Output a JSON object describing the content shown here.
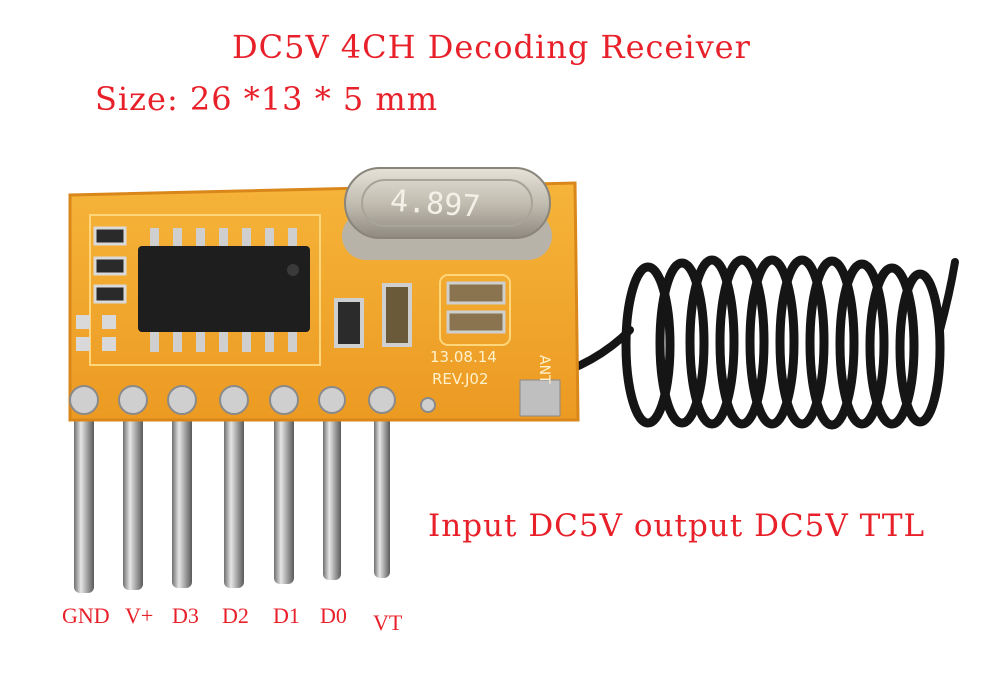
{
  "heading": {
    "title": "DC5V  4CH Decoding Receiver",
    "size": "Size: 26 *13 * 5 mm"
  },
  "io_note": "Input DC5V output DC5V TTL",
  "pins": [
    {
      "label": "GND"
    },
    {
      "label": "V+"
    },
    {
      "label": "D3"
    },
    {
      "label": "D2"
    },
    {
      "label": "D1"
    },
    {
      "label": "D0"
    },
    {
      "label": "VT"
    }
  ],
  "board": {
    "crystal_marking": "4.897",
    "date_marking": "13.08.14",
    "revision_marking": "REV.J02",
    "antenna_marking": "ANT",
    "colors": {
      "pcb": "#f2a62a",
      "pcb_edge": "#e08d1a",
      "chip": "#1e1e1e",
      "crystal": "#c9c4b8",
      "antenna_wire": "#151515",
      "label_red": "#e8202a"
    }
  }
}
